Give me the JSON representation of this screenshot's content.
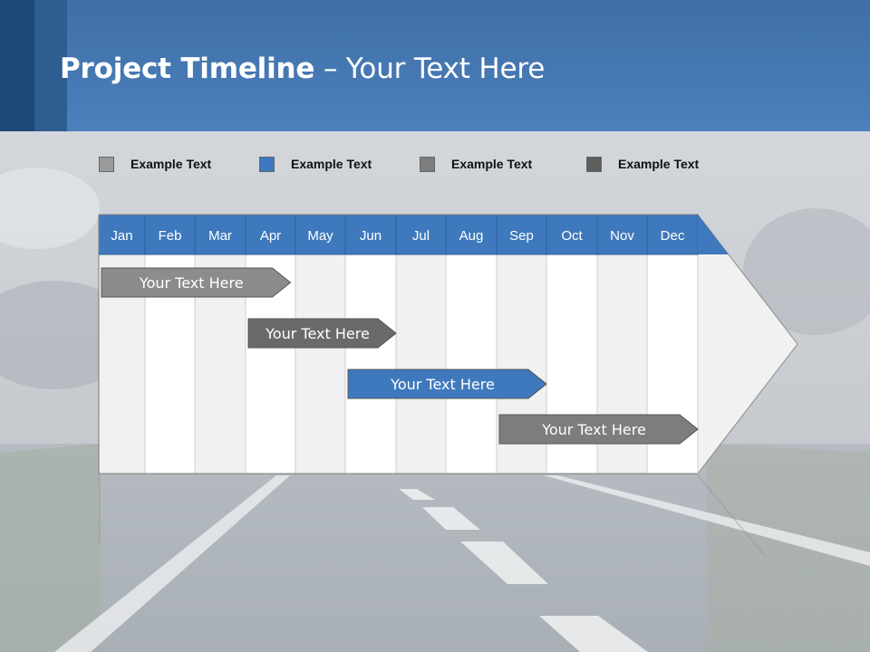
{
  "header": {
    "title_bold": "Project Timeline",
    "title_rest": " – Your Text Here",
    "color": "#4b80bd"
  },
  "legend": [
    {
      "label": "Example Text",
      "color": "#9a9a9a"
    },
    {
      "label": "Example Text",
      "color": "#3d78c0"
    },
    {
      "label": "Example Text",
      "color": "#7d7d7d"
    },
    {
      "label": "Example Text",
      "color": "#5e5e5e"
    }
  ],
  "chart_data": {
    "type": "gantt",
    "months": [
      "Jan",
      "Feb",
      "Mar",
      "Apr",
      "May",
      "Jun",
      "Jul",
      "Aug",
      "Sep",
      "Oct",
      "Nov",
      "Dec"
    ],
    "header_color": "#3f79bd",
    "tasks": [
      {
        "label": "Your  Text Here",
        "start": 0,
        "end": 3.9,
        "color": "#8c8c8c"
      },
      {
        "label": "Your  Text Here",
        "start": 3.0,
        "end": 6.0,
        "color": "#6a6a6a"
      },
      {
        "label": "Your  Text Here",
        "start": 5.0,
        "end": 9.0,
        "color": "#3f79bd"
      },
      {
        "label": "Your  Text Here",
        "start": 8.0,
        "end": 12.0,
        "color": "#7d7d7d"
      }
    ]
  }
}
